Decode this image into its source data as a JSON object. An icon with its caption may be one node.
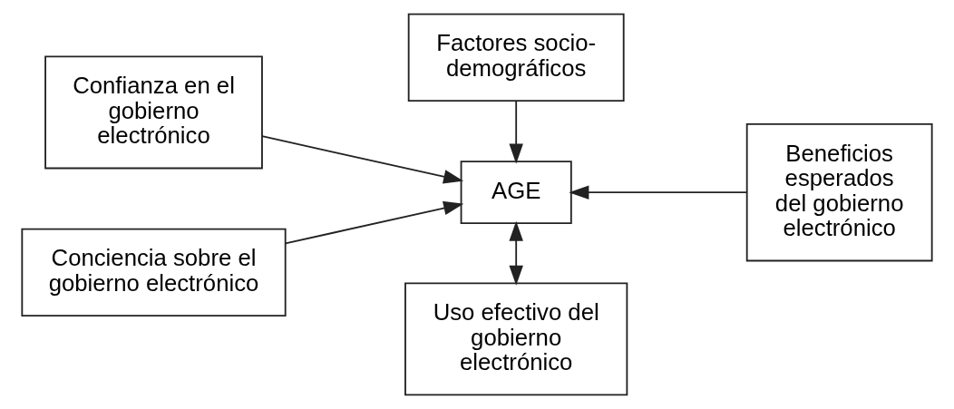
{
  "diagram": {
    "nodes": [
      {
        "text": [
          "Factores socio-demográficos"
        ]
      },
      {
        "text": [
          "Confianza en el gobierno electrónico"
        ]
      },
      {
        "text": [
          "AGE"
        ]
      },
      {
        "text": [
          "Beneficios esperados del gobierno electrónico"
        ]
      },
      {
        "text": [
          "Conciencia sobre el gobierno electrónico"
        ]
      },
      {
        "text": [
          "Uso efectivo del gobierno electrónico"
        ]
      }
    ],
    "edges": [
      {
        "from": 0,
        "to": 2,
        "arrow": "to"
      },
      {
        "from": 1,
        "to": 2,
        "arrow": "to"
      },
      {
        "from": 3,
        "to": 2,
        "arrow": "to"
      },
      {
        "from": 4,
        "to": 2,
        "arrow": "to"
      },
      {
        "from": 2,
        "to": 5,
        "arrow": "both"
      }
    ]
  }
}
